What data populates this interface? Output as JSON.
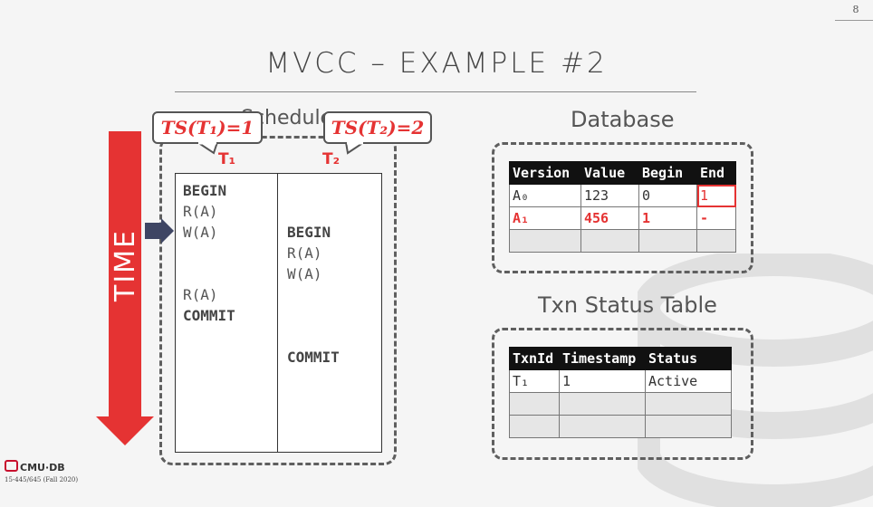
{
  "slide": {
    "page_number": "8",
    "title": "MVCC – EXAMPLE #2",
    "time_label": "TIME",
    "schedule_title": "Schedule",
    "footer_logo": "CMU·DB",
    "footer_course": "15-445/645 (Fall 2020)"
  },
  "bubbles": {
    "t1": "TS(T₁)=1",
    "t2": "TS(T₂)=2"
  },
  "schedule": {
    "t1_label": "T₁",
    "t2_label": "T₂",
    "t1_ops": [
      "BEGIN",
      "R(A)",
      "W(A)",
      "R(A)",
      "COMMIT"
    ],
    "t2_ops": [
      "BEGIN",
      "R(A)",
      "W(A)",
      "COMMIT"
    ]
  },
  "database": {
    "title": "Database",
    "headers": [
      "Version",
      "Value",
      "Begin",
      "End"
    ],
    "rows": [
      [
        "A₀",
        "123",
        "0",
        "1"
      ],
      [
        "A₁",
        "456",
        "1",
        "-"
      ],
      [
        "",
        "",
        "",
        ""
      ]
    ]
  },
  "txn_status": {
    "title": "Txn Status Table",
    "headers": [
      "TxnId",
      "Timestamp",
      "Status"
    ],
    "rows": [
      [
        "T₁",
        "1",
        "Active"
      ],
      [
        "",
        "",
        ""
      ],
      [
        "",
        "",
        ""
      ]
    ]
  },
  "colors": {
    "accent": "#e53333",
    "pointer": "#3e4563"
  }
}
